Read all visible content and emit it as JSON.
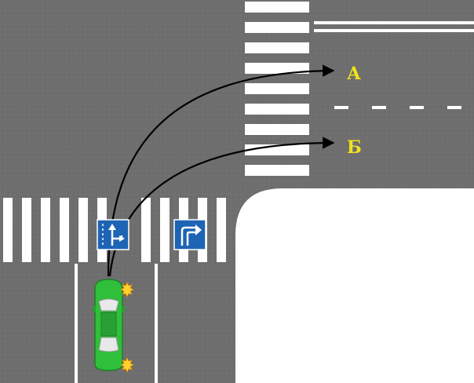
{
  "labels": {
    "route_a": "А",
    "route_b": "Б"
  },
  "colors": {
    "asphalt": "#6e6e6e",
    "stripe": "#ffffff",
    "sign_blue": "#1d64b5",
    "car_green": "#2fbf3a",
    "label_yellow": "#f2e21a",
    "path_black": "#000000"
  },
  "icons": {
    "sign_1": "straight-or-right-lane-sign",
    "sign_2": "right-turn-lane-sign",
    "car": "green-car-right-indicator",
    "indicator": "turn-signal-flash"
  }
}
